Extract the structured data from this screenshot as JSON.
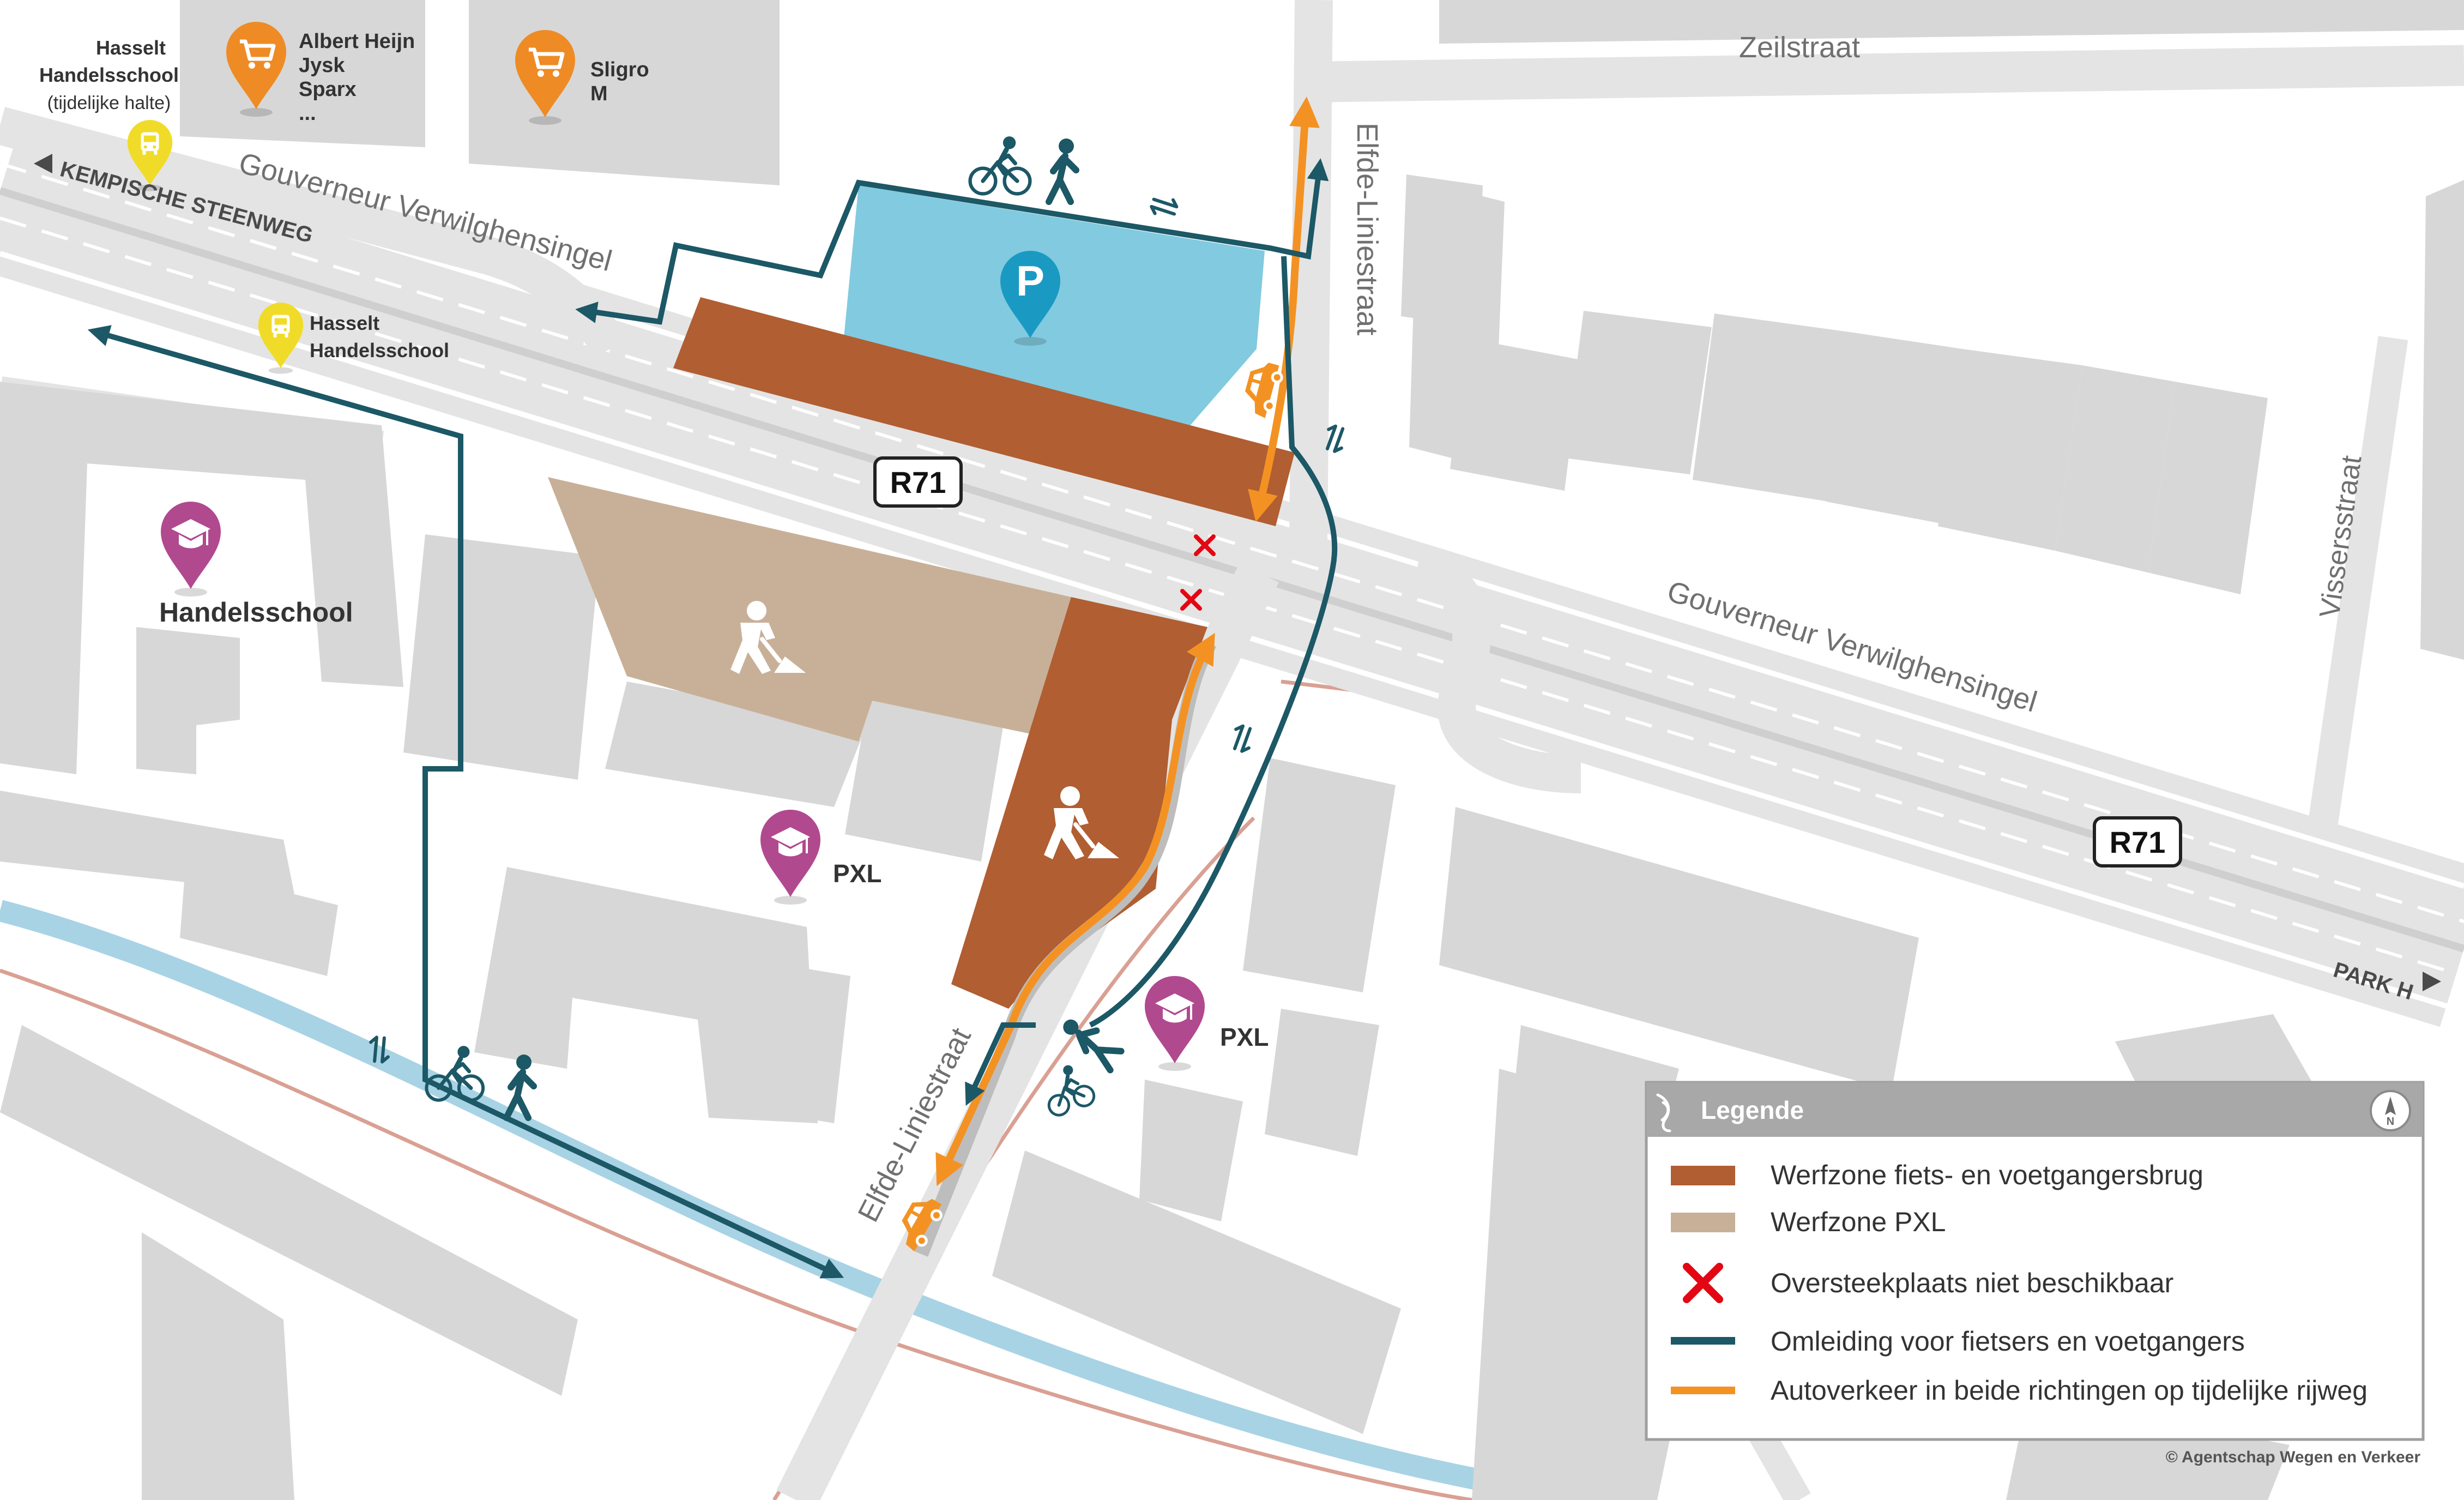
{
  "streets": {
    "zeilstraat": "Zeilstraat",
    "elfde_top": "Elfde-Liniestraat",
    "elfde_bottom": "Elfde-Liniestraat",
    "gouverneur_left": "Gouverneur Verwilghensingel",
    "gouverneur_right": "Gouverneur Verwilghensingel",
    "kempische": "KEMPISCHE STEENWEG",
    "park_h": "PARK H",
    "vissersstraat": "Vissersstraat"
  },
  "road_signs": {
    "r71_center": "R71",
    "r71_right": "R71"
  },
  "pois": {
    "bus_stop_1": {
      "line1": "Hasselt",
      "line2": "Handelsschool",
      "line3": "(tijdelijke halte)"
    },
    "bus_stop_2": {
      "line1": "Hasselt",
      "line2": "Handelsschool"
    },
    "shops_1": {
      "line1": "Albert Heijn",
      "line2": "Jysk",
      "line3": "Sparx",
      "line4": "..."
    },
    "shops_2": {
      "line1": "Sligro",
      "line2": "M"
    },
    "school_handelsschool": "Handelsschool",
    "school_pxl_1": "PXL",
    "school_pxl_2": "PXL",
    "parking_symbol": "P"
  },
  "legend": {
    "title": "Legende",
    "items": [
      {
        "label": "Werfzone fiets- en voetgangersbrug",
        "swatch": "#b05e32"
      },
      {
        "label": "Werfzone PXL",
        "swatch": "#c8b098"
      },
      {
        "label": "Oversteekplaats niet beschikbaar",
        "swatch": "#e30613"
      },
      {
        "label": "Omleiding voor fietsers en voetgangers",
        "swatch": "#1c5866"
      },
      {
        "label": "Autoverkeer in beide richtingen op tijdelijke rijweg",
        "swatch": "#f39223"
      }
    ],
    "north_symbol": "N"
  },
  "copyright": "© Agentschap Wegen en Verkeer",
  "icons": {
    "shop": "shopping-cart-icon",
    "bus": "bus-icon",
    "school": "graduation-cap-icon",
    "parking": "parking-icon",
    "works": "road-works-icon",
    "cyclist": "cyclist-icon",
    "pedestrian": "pedestrian-icon",
    "car": "car-icon",
    "twoway": "two-way-arrows-icon",
    "north": "north-arrow-icon",
    "flanders": "flanders-lion-icon"
  },
  "colors": {
    "building": "#d7d7d7",
    "road": "#e6e6e6",
    "road_line": "#ffffff",
    "water": "#a8d3e5",
    "rail": "#d9a093",
    "parking": "#82cae0",
    "works_bridge": "#b05e32",
    "works_pxl": "#c8b098",
    "detour": "#1c5866",
    "car_route": "#f39223",
    "closed_crossing": "#e30613",
    "bus_pin": "#f0dc28",
    "shop_pin": "#ee8b25",
    "school_pin": "#b1498f",
    "parking_pin": "#1a9ac3",
    "legend_header": "#a8a8a8"
  }
}
